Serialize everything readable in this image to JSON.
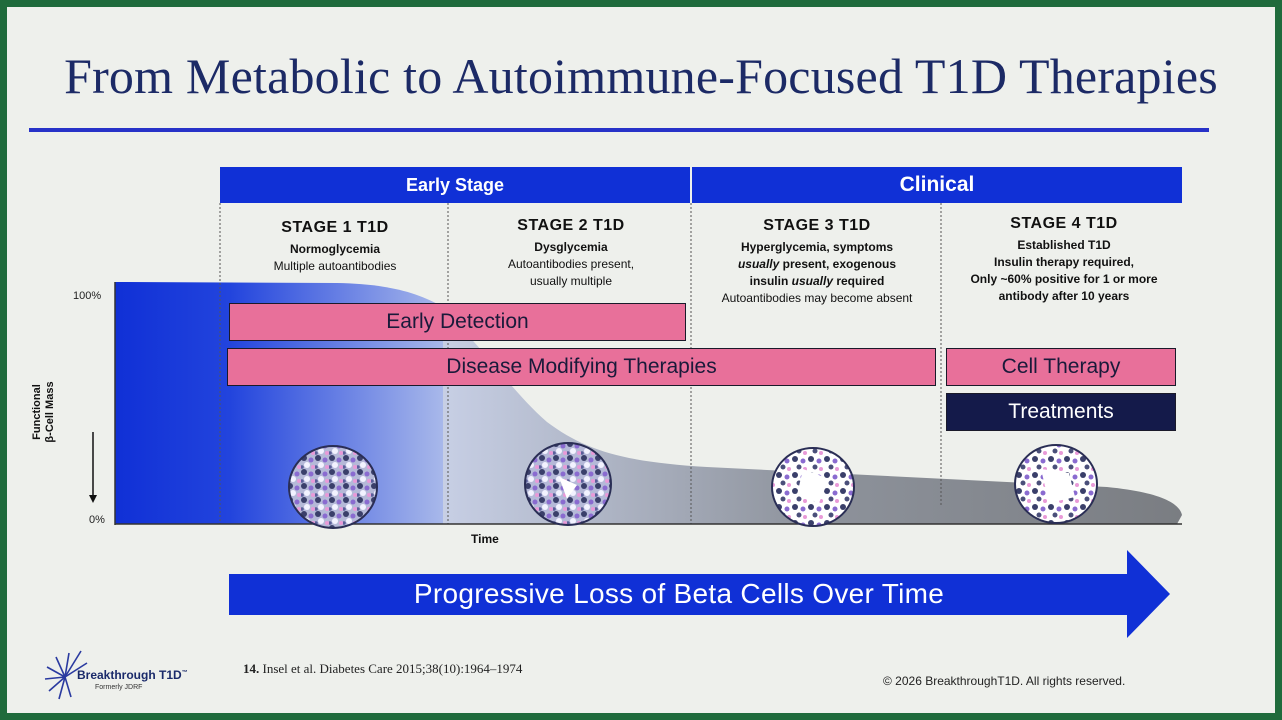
{
  "title": "From Metabolic to Autoimmune-Focused T1D Therapies",
  "bands": {
    "early": "Early Stage",
    "clinical": "Clinical"
  },
  "stages": [
    {
      "heading": "STAGE 1 T1D",
      "subtitle": "Normoglycemia",
      "lines": [
        "Multiple autoantibodies"
      ]
    },
    {
      "heading": "STAGE 2 T1D",
      "subtitle": "Dysglycemia",
      "lines": [
        "Autoantibodies present,",
        "usually multiple"
      ]
    },
    {
      "heading": "STAGE 3 T1D",
      "bold_lines": [
        "Hyperglycemia, symptoms",
        "usually present, exogenous",
        "insulin usually required"
      ],
      "lines": [
        "Autoantibodies may become absent"
      ]
    },
    {
      "heading": "STAGE 4 T1D",
      "subtitle": "Established T1D",
      "bold_lines": [
        "Insulin therapy required,",
        "Only ~60% positive for 1 or more",
        "antibody after 10 years"
      ]
    }
  ],
  "therapies": {
    "early_detection": "Early Detection",
    "disease_modifying": "Disease Modifying Therapies",
    "cell_therapy": "Cell Therapy",
    "treatments": "Treatments"
  },
  "axis": {
    "y_top": "100%",
    "y_bottom": "0%",
    "y_label_line1": "Functional",
    "y_label_line2": "β-Cell Mass",
    "x_label": "Time"
  },
  "arrow_text": "Progressive Loss of Beta Cells Over Time",
  "citation": {
    "number": "14.",
    "text": "Insel et al. Diabetes Care 2015;38(10):1964–1974"
  },
  "copyright": "© 2026 BreakthroughT1D. All rights reserved.",
  "logo": {
    "name": "Breakthrough T1D",
    "tm": "™",
    "sub": "Formerly JDRF"
  },
  "colors": {
    "band": "#1030d6",
    "pink_bar": "#e8709a",
    "treatments_bar": "#141a4a",
    "title": "#1c2a66"
  }
}
